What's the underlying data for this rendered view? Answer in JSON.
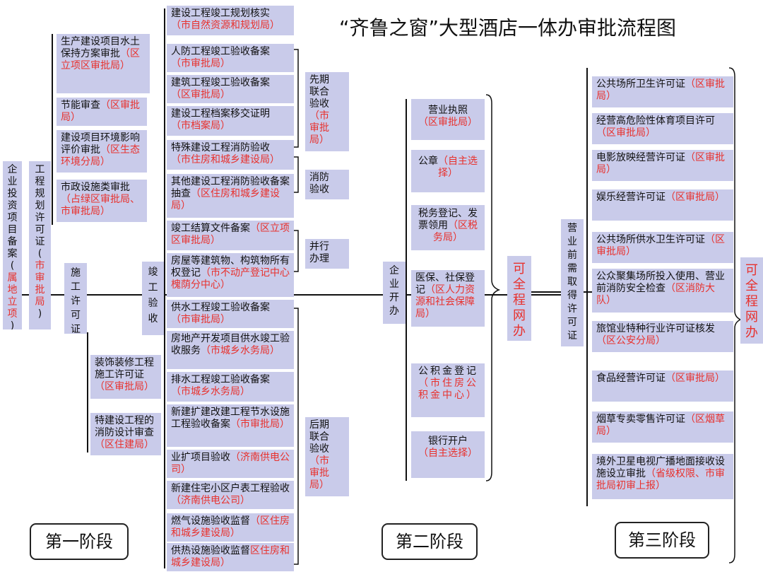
{
  "title": "“齐鲁之窗”大型酒店一体办审批流程图",
  "stages": {
    "s1": "第一阶段",
    "s2": "第二阶段",
    "s3": "第三阶段"
  },
  "columns": {
    "invest": {
      "text": "企业投资项目备案(",
      "auth": "属地立项",
      "close": ")"
    },
    "plan": {
      "text": "工程规划许可证(",
      "auth": "市审批局",
      "close": ")"
    },
    "construct": {
      "text": "施工许可证"
    },
    "complete": {
      "text": "竣工验收"
    },
    "open": {
      "text": "企业开办"
    },
    "preopen": {
      "text": "营业前需取得许可证"
    }
  },
  "stage1_items": {
    "soil": {
      "text": "生产建设项目水土保持方案审批",
      "auth": "（区立项区审批局）"
    },
    "energy": {
      "text": "节能审查",
      "auth": "（区审批局）"
    },
    "env": {
      "text": "建设项目环境影响评价审批",
      "auth": "（区生态环境分局）"
    },
    "muni": {
      "text": "市政设施类审批",
      "auth": "（占绿区审批局、市审批局）"
    },
    "deco": {
      "text": "装饰装修工程施工许可证",
      "auth": "（区审批局）"
    },
    "fire_design": {
      "text": "特建设工程的消防设计审查",
      "auth": "（区住建局）"
    }
  },
  "completion_items": [
    {
      "text": "建设工程竣工规划核实",
      "auth": "（市自然资源和规划局）"
    },
    {
      "text": "人防工程竣工验收备案",
      "auth": "（市审批局）"
    },
    {
      "text": "建筑工程竣工验收备案",
      "auth": "（区审批局）"
    },
    {
      "text": "建设工程档案移交证明",
      "auth": "（市档案局）"
    },
    {
      "text": "特殊建设工程消防验收",
      "auth": "（市住房和城乡建设局）"
    },
    {
      "text": "其他建设工程消防验收备案抽查",
      "auth": "（区住房和城乡建设局）"
    },
    {
      "text": "竣工结算文件备案",
      "auth": "（区立项区审批局）"
    },
    {
      "text": "房屋等建筑物、构筑物所有权登记",
      "auth": "（市不动产登记中心槐荫分中心）"
    },
    {
      "text": "供水工程竣工验收备案",
      "auth": "（市审批局）"
    },
    {
      "text": "房地产开发项目供水竣工验收服务",
      "auth": "（市城乡水务局）"
    },
    {
      "text": "排水工程竣工验收备案",
      "auth": "（市城乡水务局）"
    },
    {
      "text": "新建扩建改建工程节水设施工程验收备案",
      "auth": "（市审批局）"
    },
    {
      "text": "业扩项目验收",
      "auth": "（济南供电公司）"
    },
    {
      "text": "新建住宅小区户表工程验收",
      "auth": "（济南供电公司）"
    },
    {
      "text": "燃气设施验收监督",
      "auth": "（区住房和城乡建设局）"
    },
    {
      "text": "供热设施验收监督",
      "auth": "区住房和城乡建设局）"
    }
  ],
  "completion_groups": {
    "early": {
      "text": "先期联合验收",
      "auth": "（市审批局）"
    },
    "fire": {
      "text": "消防验收",
      "auth": ""
    },
    "parallel": {
      "text": "并行办理",
      "auth": ""
    },
    "late": {
      "text": "后期联合验收",
      "auth": "（市审批局）"
    }
  },
  "stage2_items": [
    {
      "text": "营业执照",
      "auth": "（区审批局）"
    },
    {
      "text": "公章",
      "auth": "（自主选择）"
    },
    {
      "text": "税务登记、发票领用",
      "auth": "（区税务局）"
    },
    {
      "text": "医保、社保登记",
      "auth": "（区人力资源和社会保障局）"
    },
    {
      "text": "公积金登记",
      "auth": "（市住房公积金中心）"
    },
    {
      "text": "银行开户",
      "auth": "（自主选择）"
    }
  ],
  "online_label": "可全程网办",
  "stage3_items": [
    {
      "text": "公共场所卫生许可证",
      "auth": "（区审批局）"
    },
    {
      "text": "经营高危险性体育项目许可",
      "auth": "（区审批局）"
    },
    {
      "text": "电影放映经营许可证",
      "auth": "（区审批局）"
    },
    {
      "text": "娱乐经营许可证",
      "auth": "（区审批局）"
    },
    {
      "text": "公共场所供水卫生许可证",
      "auth": "（区审批局）"
    },
    {
      "text": "公众聚集场所投入使用、营业前消防安全检查",
      "auth": "（区消防大队）"
    },
    {
      "text": "旅馆业特种行业许可证核发",
      "auth": "（区公安分局）"
    },
    {
      "text": "食品经营许可证",
      "auth": "（区审批局）"
    },
    {
      "text": "烟草专卖零售许可证",
      "auth": "（区烟草局）"
    },
    {
      "text": "境外卫星电视广播地面接收设施设立审批",
      "auth": "（省级权限、市审批局初审上报）"
    }
  ]
}
